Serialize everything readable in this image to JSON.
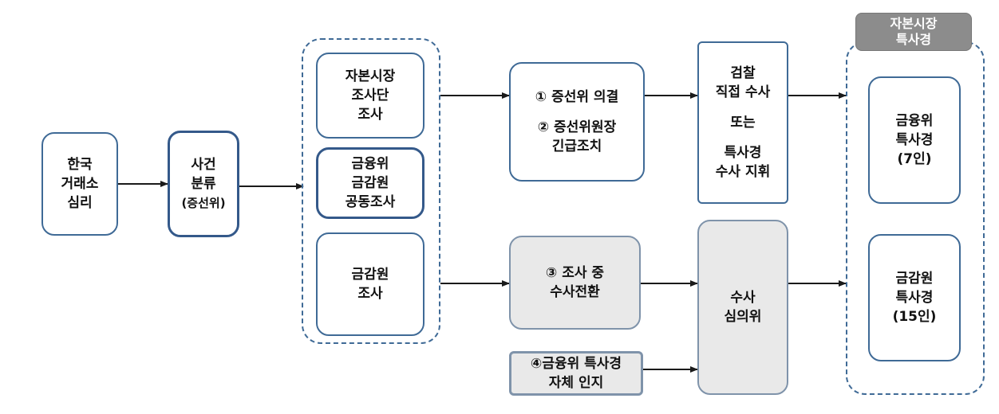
{
  "nodes": {
    "exchange": [
      "한국",
      "거래소",
      "심리"
    ],
    "classify": [
      "사건",
      "분류",
      "(증선위)"
    ],
    "capital_team": [
      "자본시장",
      "조사단",
      "조사"
    ],
    "joint": [
      "금융위",
      "금감원",
      "공동조사"
    ],
    "fss_investigation": [
      "금감원",
      "조사"
    ],
    "decision": [
      "① 증선위 의결",
      "② 증선위원장",
      "긴급조치"
    ],
    "prosecution": [
      "검찰",
      "직접 수사",
      "또는",
      "특사경",
      "수사 지휘"
    ],
    "conversion": [
      "③ 조사 중",
      "수사전환"
    ],
    "self_recognition": [
      "④금융위 특사경",
      "자체 인지"
    ],
    "review": [
      "수사",
      "심의위"
    ],
    "fsc_police": [
      "금융위",
      "특사경",
      "(7인)"
    ],
    "fss_police": [
      "금감원",
      "특사경",
      "(15인)"
    ]
  },
  "group_label": [
    "자본시장",
    "특사경"
  ],
  "colors": {
    "border": "#3f6a96",
    "arrow": "#1a1a1a",
    "gray_fill": "#e9e9e9",
    "tag_fill": "#8c8c8c"
  }
}
